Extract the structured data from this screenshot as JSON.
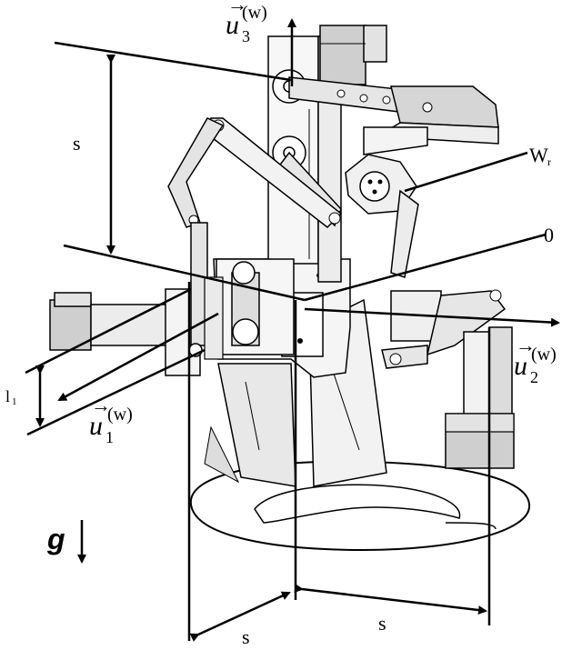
{
  "labels": {
    "s_left": "s",
    "w_r": "W",
    "w_r_sub": "r",
    "origin": "0",
    "l1": "l",
    "l1_sub": "1",
    "s_bottom_left": "s",
    "s_bottom_right": "s",
    "g": "g"
  },
  "vectors": {
    "u3": {
      "base": "u",
      "sub": "3",
      "sup": "(w)"
    },
    "u2": {
      "base": "u",
      "sub": "2",
      "sup": "(w)"
    },
    "u1": {
      "base": "u",
      "sub": "1",
      "sup": "(w)"
    }
  },
  "colors": {
    "ink": "#000000",
    "paper": "#ffffff",
    "shade": "#cfcfcf",
    "light": "#ececec",
    "mid": "#b3b3b3"
  }
}
